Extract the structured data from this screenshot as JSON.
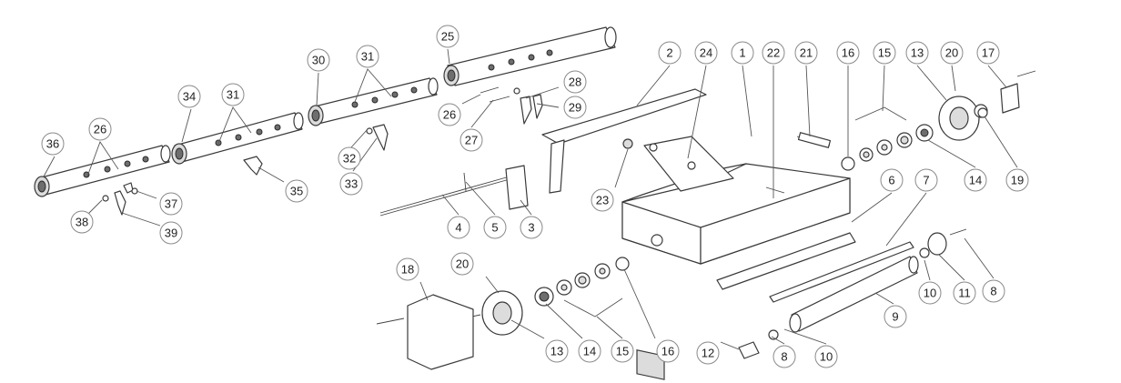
{
  "callouts": [
    {
      "id": "c1",
      "label": "1"
    },
    {
      "id": "c2",
      "label": "2"
    },
    {
      "id": "c3",
      "label": "3"
    },
    {
      "id": "c4",
      "label": "4"
    },
    {
      "id": "c5",
      "label": "5"
    },
    {
      "id": "c6",
      "label": "6"
    },
    {
      "id": "c7",
      "label": "7"
    },
    {
      "id": "c8a",
      "label": "8"
    },
    {
      "id": "c8b",
      "label": "8"
    },
    {
      "id": "c9",
      "label": "9"
    },
    {
      "id": "c10a",
      "label": "10"
    },
    {
      "id": "c10b",
      "label": "10"
    },
    {
      "id": "c11",
      "label": "11"
    },
    {
      "id": "c12",
      "label": "12"
    },
    {
      "id": "c13a",
      "label": "13"
    },
    {
      "id": "c13b",
      "label": "13"
    },
    {
      "id": "c14a",
      "label": "14"
    },
    {
      "id": "c14b",
      "label": "14"
    },
    {
      "id": "c15a",
      "label": "15"
    },
    {
      "id": "c15b",
      "label": "15"
    },
    {
      "id": "c16a",
      "label": "16"
    },
    {
      "id": "c16b",
      "label": "16"
    },
    {
      "id": "c17",
      "label": "17"
    },
    {
      "id": "c18",
      "label": "18"
    },
    {
      "id": "c19",
      "label": "19"
    },
    {
      "id": "c20a",
      "label": "20"
    },
    {
      "id": "c20b",
      "label": "20"
    },
    {
      "id": "c21",
      "label": "21"
    },
    {
      "id": "c22",
      "label": "22"
    },
    {
      "id": "c23",
      "label": "23"
    },
    {
      "id": "c24",
      "label": "24"
    },
    {
      "id": "c25",
      "label": "25"
    },
    {
      "id": "c26a",
      "label": "26"
    },
    {
      "id": "c26b",
      "label": "26"
    },
    {
      "id": "c27",
      "label": "27"
    },
    {
      "id": "c28",
      "label": "28"
    },
    {
      "id": "c29",
      "label": "29"
    },
    {
      "id": "c30",
      "label": "30"
    },
    {
      "id": "c31a",
      "label": "31"
    },
    {
      "id": "c31b",
      "label": "31"
    },
    {
      "id": "c32",
      "label": "32"
    },
    {
      "id": "c33",
      "label": "33"
    },
    {
      "id": "c34",
      "label": "34"
    },
    {
      "id": "c35",
      "label": "35"
    },
    {
      "id": "c36",
      "label": "36"
    },
    {
      "id": "c37",
      "label": "37"
    },
    {
      "id": "c38",
      "label": "38"
    },
    {
      "id": "c39",
      "label": "39"
    }
  ]
}
